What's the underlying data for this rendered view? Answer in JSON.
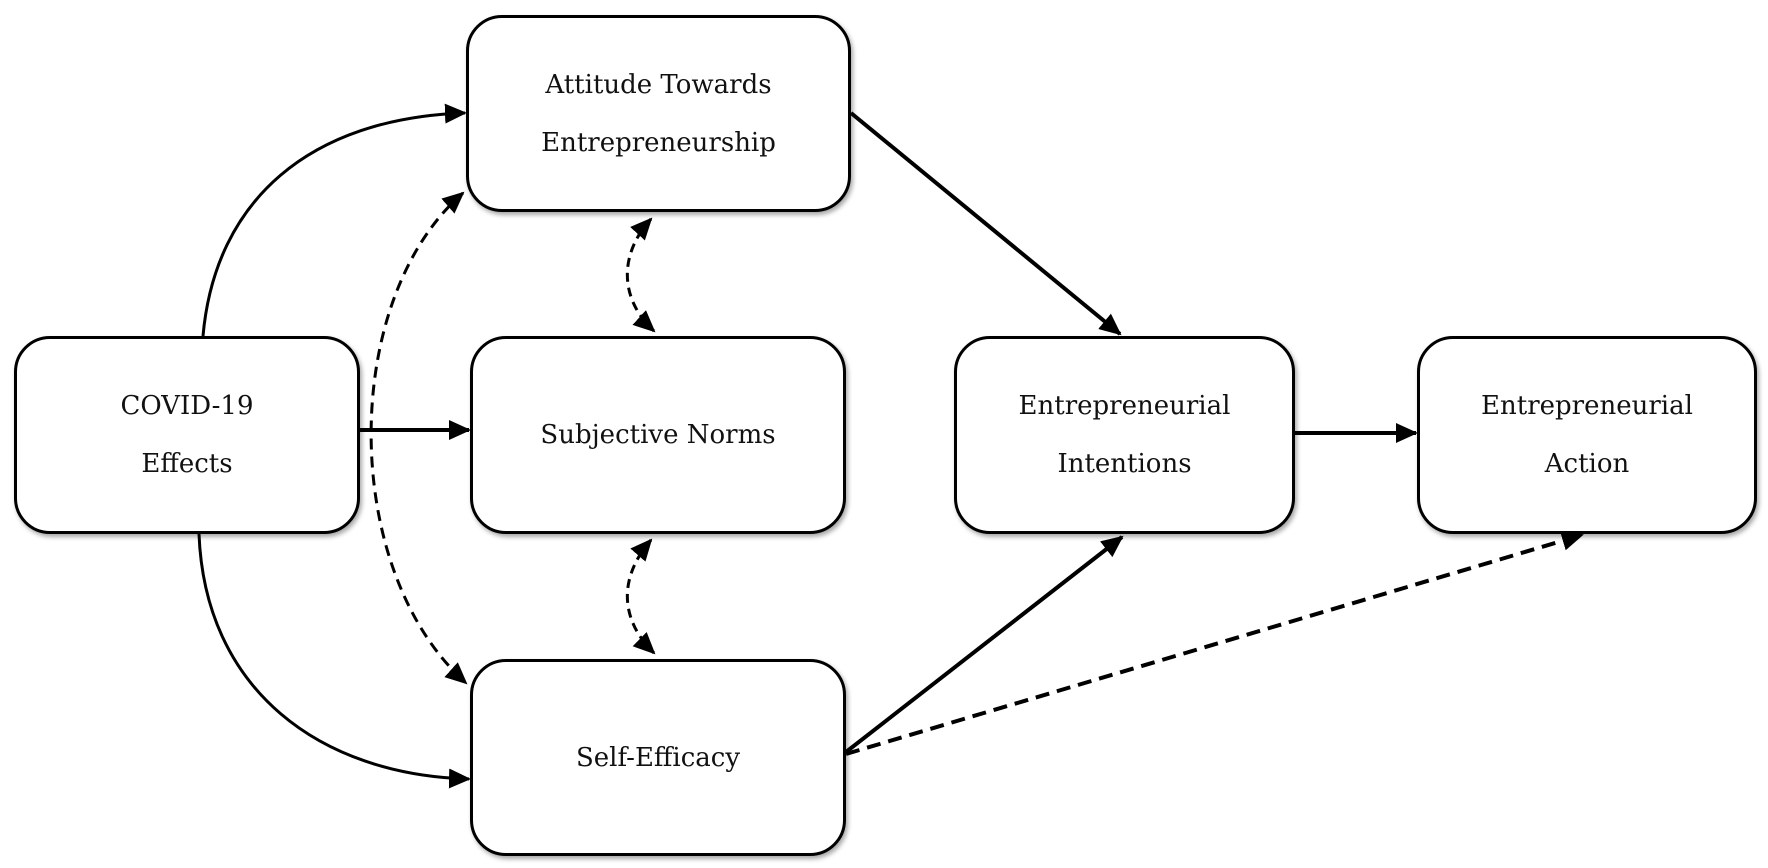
{
  "nodes": {
    "attitude": {
      "line1": "Attitude Towards",
      "line2": "Entrepreneurship"
    },
    "covid": {
      "line1": "COVID-19",
      "line2": "Effects"
    },
    "norms": {
      "line1": "Subjective Norms"
    },
    "intentions": {
      "line1": "Entrepreneurial",
      "line2": "Intentions"
    },
    "action": {
      "line1": "Entrepreneurial",
      "line2": "Action"
    },
    "efficacy": {
      "line1": "Self-Efficacy"
    }
  },
  "edges": [
    {
      "from": "COVID-19 Effects",
      "to": "Attitude Towards Entrepreneurship",
      "style": "solid",
      "direction": "forward"
    },
    {
      "from": "COVID-19 Effects",
      "to": "Subjective Norms",
      "style": "solid",
      "direction": "forward"
    },
    {
      "from": "COVID-19 Effects",
      "to": "Self-Efficacy",
      "style": "solid",
      "direction": "forward"
    },
    {
      "from": "Attitude Towards Entrepreneurship",
      "to": "Self-Efficacy",
      "style": "dashed",
      "direction": "both"
    },
    {
      "from": "Attitude Towards Entrepreneurship",
      "to": "Subjective Norms",
      "style": "dashed",
      "direction": "both"
    },
    {
      "from": "Subjective Norms",
      "to": "Self-Efficacy",
      "style": "dashed",
      "direction": "both"
    },
    {
      "from": "Attitude Towards Entrepreneurship",
      "to": "Entrepreneurial Intentions",
      "style": "solid",
      "direction": "forward"
    },
    {
      "from": "Self-Efficacy",
      "to": "Entrepreneurial Intentions",
      "style": "solid",
      "direction": "forward"
    },
    {
      "from": "Entrepreneurial Intentions",
      "to": "Entrepreneurial Action",
      "style": "solid",
      "direction": "forward"
    },
    {
      "from": "Self-Efficacy",
      "to": "Entrepreneurial Action",
      "style": "dashed",
      "direction": "forward"
    }
  ]
}
